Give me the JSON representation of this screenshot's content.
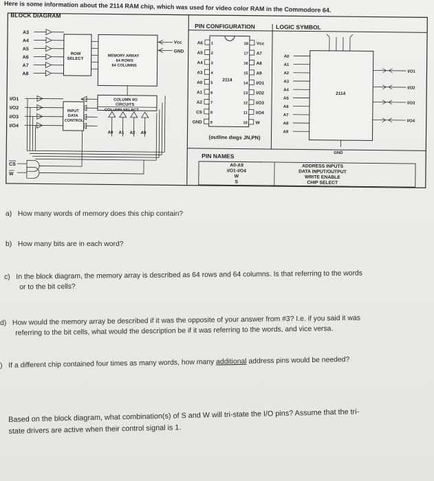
{
  "intro_text": "Here is some information about the 2114 RAM chip, which was used for video color RAM in the Commodore 64.",
  "block_diagram": {
    "title": "BLOCK DIAGRAM",
    "vcc": "Vcc",
    "gnd": "GND",
    "row_select": [
      "ROW",
      "SELECT"
    ],
    "memory_array": [
      "MEMORY ARRAY",
      "64 ROWS",
      "64 COLUMNS"
    ],
    "column_io": [
      "COLUMN I/O",
      "CIRCUITS"
    ],
    "column_select": "COLUMN SELECT",
    "input_data_control": [
      "INPUT",
      "DATA",
      "CONTROL"
    ],
    "address_inputs_left": [
      "A3",
      "A4",
      "A5",
      "A6",
      "A7",
      "A8"
    ],
    "address_inputs_bottom": [
      "A0",
      "A1",
      "A2",
      "A9"
    ],
    "io_pins": [
      "I/O1",
      "I/O2",
      "I/O3",
      "I/O4"
    ],
    "cs_label": "CS",
    "we_label": "W"
  },
  "pin_configuration": {
    "title": "PIN CONFIGURATION",
    "chip_label": "2114",
    "left_pins": [
      {
        "name": "A6",
        "num": "1"
      },
      {
        "name": "A5",
        "num": "2"
      },
      {
        "name": "A4",
        "num": "3"
      },
      {
        "name": "A3",
        "num": "4"
      },
      {
        "name": "A0",
        "num": "5"
      },
      {
        "name": "A1",
        "num": "6"
      },
      {
        "name": "A2",
        "num": "7"
      },
      {
        "name": "CS",
        "num": "8"
      },
      {
        "name": "GND",
        "num": "9"
      }
    ],
    "right_pins": [
      {
        "num": "18",
        "name": "Vcc"
      },
      {
        "num": "17",
        "name": "A7"
      },
      {
        "num": "16",
        "name": "A8"
      },
      {
        "num": "15",
        "name": "A9"
      },
      {
        "num": "14",
        "name": "I/O1"
      },
      {
        "num": "13",
        "name": "I/O2"
      },
      {
        "num": "12",
        "name": "I/O3"
      },
      {
        "num": "11",
        "name": "I/O4"
      },
      {
        "num": "10",
        "name": "W"
      }
    ],
    "outline_note": "(outline dwgs JN,PN)"
  },
  "logic_symbol": {
    "title": "LOGIC SYMBOL",
    "chip_label": "2114",
    "inputs": [
      "A0",
      "A1",
      "A2",
      "A3",
      "A4",
      "A5",
      "A6",
      "A7",
      "A8",
      "A9"
    ],
    "outputs": [
      "I/O1",
      "I/O2",
      "I/O3",
      "I/O4"
    ],
    "gnd": "GND"
  },
  "pin_names": {
    "title": "PIN NAMES",
    "rows": [
      {
        "pin": "A0-A9",
        "desc": "ADDRESS INPUTS"
      },
      {
        "pin": "I/O1-I/O4",
        "desc": "DATA INPUT/OUTPUT"
      },
      {
        "pin": "W",
        "desc": "WRITE ENABLE"
      },
      {
        "pin": "S",
        "desc": "CHIP SELECT"
      }
    ]
  },
  "questions": {
    "a": {
      "label": "a)",
      "text": "How many words of memory does this chip contain?"
    },
    "b": {
      "label": "b)",
      "text": "How many bits are in each word?"
    },
    "c": {
      "label": "c)",
      "line1": "In the block diagram, the memory array is described as 64 rows and 64 columns. Is that referring to the words",
      "line2": "or to the bit cells?"
    },
    "d": {
      "label": "d)",
      "line1": "How would the memory array be described if it was the opposite of your answer from #3? I.e. if you said it was",
      "line2": "referring to the bit cells, what would the description be if it was referring to the words, and vice versa."
    },
    "e": {
      "label": ")",
      "pre": "If a different chip contained four times as many words, how many ",
      "underlined": "additional",
      "post": " address pins would be needed?"
    },
    "f": {
      "line1": "Based on the block diagram, what combination(s) of S and W will tri-state the I/O pins? Assume that the tri-",
      "line2": "state drivers are active when their control signal is 1."
    }
  }
}
